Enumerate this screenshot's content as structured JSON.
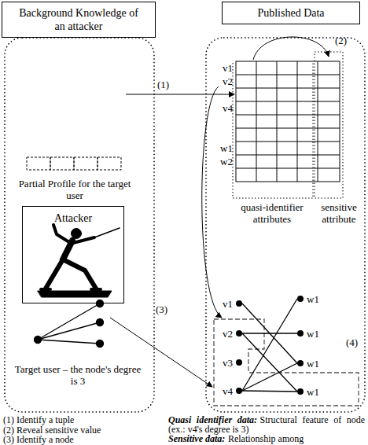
{
  "diagram": {
    "nodes": [
      {
        "text": [
          "Background Knowledge of an attacker"
        ]
      },
      {
        "text": [
          "Published Data"
        ]
      },
      {
        "text": [
          "Attacker"
        ]
      },
      {
        "text": [
          "v1"
        ]
      },
      {
        "text": [
          "v2"
        ]
      },
      {
        "text": [
          "v3"
        ]
      },
      {
        "text": [
          "v4"
        ]
      },
      {
        "text": [
          "w1"
        ]
      },
      {
        "text": [
          "w1"
        ]
      },
      {
        "text": [
          "w1"
        ]
      },
      {
        "text": [
          "w1"
        ]
      }
    ],
    "edges": [
      {
        "from": 3,
        "to": 9,
        "arrow": "none"
      },
      {
        "from": 4,
        "to": 8,
        "arrow": "none"
      },
      {
        "from": 4,
        "to": 10,
        "arrow": "none"
      },
      {
        "from": 6,
        "to": 7,
        "arrow": "none"
      },
      {
        "from": 6,
        "to": 9,
        "arrow": "none"
      },
      {
        "from": 6,
        "to": 10,
        "arrow": "none"
      }
    ],
    "labels": [
      "Partial Profile for the target user",
      "(1)",
      "(2)",
      "v1",
      "v2",
      "v4",
      "w1",
      "w2",
      "quasi-identifier attributes",
      "sensitive attribute",
      "(3)",
      "Target user – the node's degree is 3",
      "(4)",
      "(1) Identify a tuple",
      "(2) Reveal sensitive value",
      "(3) Identify a node",
      "Quasi identifier data:",
      "Structural feature of node (ex.: v4's degree is 3)",
      "Sensitive data:",
      "Relationship among"
    ]
  }
}
